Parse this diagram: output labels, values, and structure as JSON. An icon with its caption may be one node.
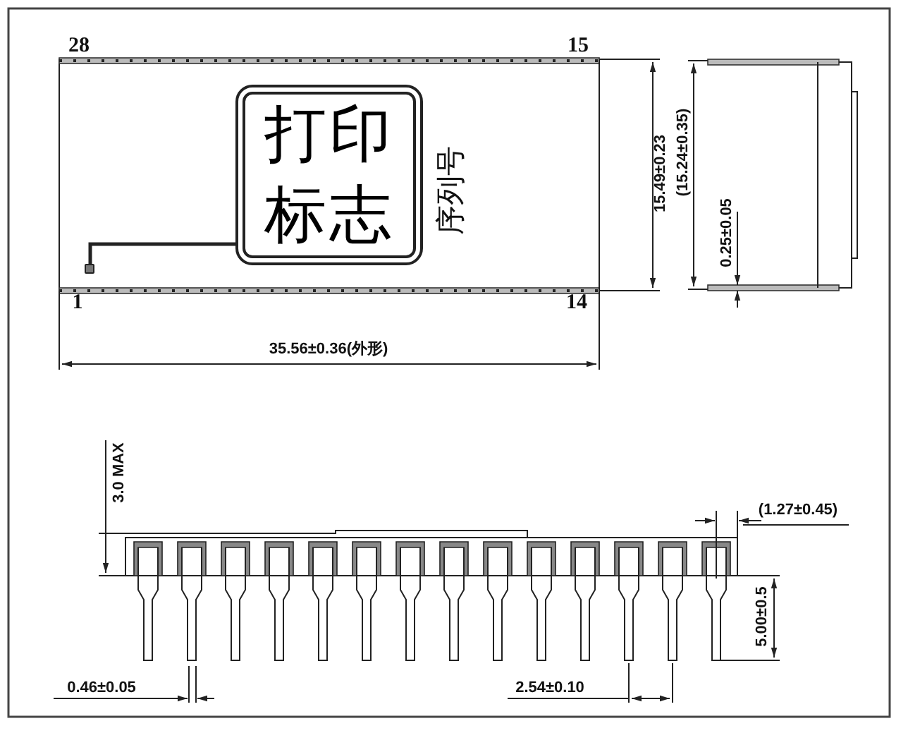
{
  "diagram": {
    "nodes": [
      {
        "text": [
          "打印标志"
        ]
      },
      {
        "text": [],
        "shape": "box"
      }
    ],
    "edges": [
      {
        "from": 0,
        "to": 1,
        "arrow": "none"
      }
    ],
    "labels": [
      "28",
      "15",
      "序列号",
      "1",
      "14",
      "35.56±0.36(外形)",
      "15.49±0.23",
      "(15.24±0.35)",
      "0.25±0.05",
      "3.0 MAX",
      "(1.27±0.45)",
      "5.00±0.5",
      "0.46±0.05",
      "2.54±0.10"
    ]
  }
}
